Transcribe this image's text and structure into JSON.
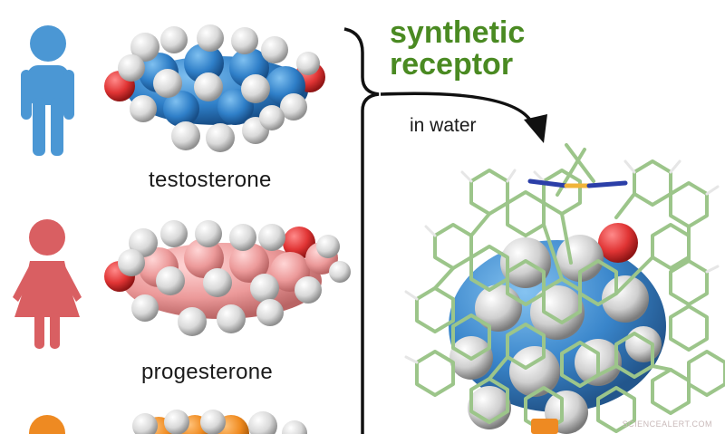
{
  "molecules": [
    {
      "name": "testosterone",
      "person": "male-figure",
      "color": "#3f8ed6"
    },
    {
      "name": "progesterone",
      "person": "female-figure",
      "color": "#df6b6b"
    },
    {
      "name": "",
      "person": "third-figure",
      "color": "#ee8a22"
    }
  ],
  "title_line1": "synthetic",
  "title_line2": "receptor",
  "arrow_label": "in water",
  "watermark": "SCIENCEALERT.COM",
  "colors": {
    "receptor_accent": "#4a8a22",
    "cage_green": "#9cc58a",
    "steroid_blue": "#3f8ed6",
    "hydrogen_white": "#e8e8e8",
    "oxygen_red": "#e03a3a"
  }
}
